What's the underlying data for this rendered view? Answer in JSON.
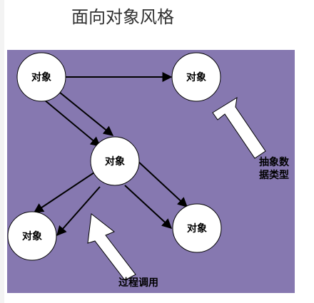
{
  "title": "面向对象风格",
  "colors": {
    "panel_background": "#8678b0",
    "node_fill": "#ffffff",
    "edge_stroke": "#000000"
  },
  "nodes": [
    {
      "id": "object-1",
      "label": "对象"
    },
    {
      "id": "object-2",
      "label": "对象"
    },
    {
      "id": "object-3",
      "label": "对象"
    },
    {
      "id": "object-4",
      "label": "对象"
    },
    {
      "id": "object-5",
      "label": "对象"
    }
  ],
  "edges": [
    {
      "from": "object-1",
      "to": "object-2"
    },
    {
      "from": "object-1",
      "to": "object-3"
    },
    {
      "from": "object-1",
      "to": "object-3"
    },
    {
      "from": "object-3",
      "to": "object-4"
    },
    {
      "from": "object-3",
      "to": "object-4"
    },
    {
      "from": "object-3",
      "to": "object-5"
    },
    {
      "from": "object-3",
      "to": "object-5"
    }
  ],
  "annotations": {
    "abstract_data_type_line1": "抽象数",
    "abstract_data_type_line2": "据类型",
    "procedure_call": "过程调用"
  }
}
